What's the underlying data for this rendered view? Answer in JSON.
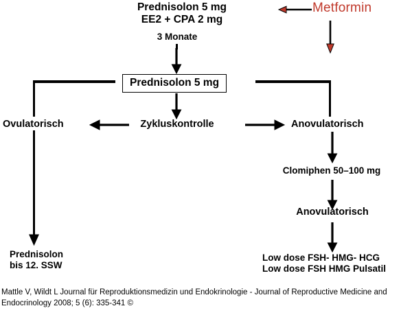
{
  "figure": {
    "title_text_lines": [
      "Prednisolon 5 mg",
      "EE2 + CPA 2 mg"
    ],
    "duration_label": "3 Monate",
    "central_box_label": "Prednisolon 5 mg",
    "adjunct_label": "Metformin",
    "branch_left_label": "Ovulatorisch",
    "branch_center_label": "Zykluskontrolle",
    "branch_right_label": "Anovulatorisch",
    "left_outcome_lines": [
      "Prednisolon",
      "bis 12. SSW"
    ],
    "clomiphen_label": "Clomiphen 50–100 mg",
    "second_anovulatorisch_label": "Anovulatorisch",
    "gonadotropin_lines": [
      "Low dose  FSH- HMG- HCG",
      "Low dose  FSH HMG Pulsatil"
    ],
    "citation_lines": [
      "Mattle V, Wildt L Journal für Reproduktionsmedizin und Endokrinologie - Journal of Reproductive Medicine and",
      "Endocrinology 2008; 5 (6): 335-341 ©"
    ],
    "colors": {
      "background": "#ffffff",
      "text": "#000000",
      "accent_red": "#c0392b",
      "box_border": "#000000"
    }
  },
  "chart_data": {
    "type": "diagram",
    "title": "Therapiealgorithmus",
    "nodes": [
      {
        "id": "start",
        "label": "Prednisolon 5 mg / EE2 + CPA 2 mg",
        "role": "therapy-start"
      },
      {
        "id": "duration",
        "label": "3 Monate",
        "role": "duration"
      },
      {
        "id": "prednisolon-box",
        "label": "Prednisolon 5 mg",
        "role": "boxed-step"
      },
      {
        "id": "metformin",
        "label": "Metformin",
        "role": "adjunct-therapy"
      },
      {
        "id": "zykluskontrolle",
        "label": "Zykluskontrolle",
        "role": "assessment"
      },
      {
        "id": "ovulatorisch",
        "label": "Ovulatorisch",
        "role": "outcome"
      },
      {
        "id": "anovulatorisch-1",
        "label": "Anovulatorisch",
        "role": "outcome"
      },
      {
        "id": "prednisolon-ssw",
        "label": "Prednisolon bis 12. SSW",
        "role": "treatment"
      },
      {
        "id": "clomiphen",
        "label": "Clomiphen 50–100 mg",
        "role": "treatment"
      },
      {
        "id": "anovulatorisch-2",
        "label": "Anovulatorisch",
        "role": "outcome"
      },
      {
        "id": "gonadotropins",
        "label": "Low dose FSH- HMG- HCG / Low dose FSH HMG Pulsatil",
        "role": "treatment"
      }
    ],
    "edges": [
      {
        "from": "start",
        "to": "duration",
        "type": "vertical"
      },
      {
        "from": "duration",
        "to": "prednisolon-box",
        "type": "arrow-down"
      },
      {
        "from": "metformin",
        "to": "prednisolon-box",
        "type": "arrow-down-red"
      },
      {
        "from": "prednisolon-box",
        "to": "zykluskontrolle",
        "type": "arrow-down"
      },
      {
        "from": "zykluskontrolle",
        "to": "ovulatorisch",
        "type": "arrow-left"
      },
      {
        "from": "zykluskontrolle",
        "to": "anovulatorisch-1",
        "type": "arrow-right"
      },
      {
        "from": "ovulatorisch",
        "to": "prednisolon-ssw",
        "type": "arrow-down"
      },
      {
        "from": "anovulatorisch-1",
        "to": "clomiphen",
        "type": "arrow-down"
      },
      {
        "from": "clomiphen",
        "to": "anovulatorisch-2",
        "type": "arrow-down"
      },
      {
        "from": "anovulatorisch-2",
        "to": "gonadotropins",
        "type": "arrow-down"
      }
    ]
  }
}
